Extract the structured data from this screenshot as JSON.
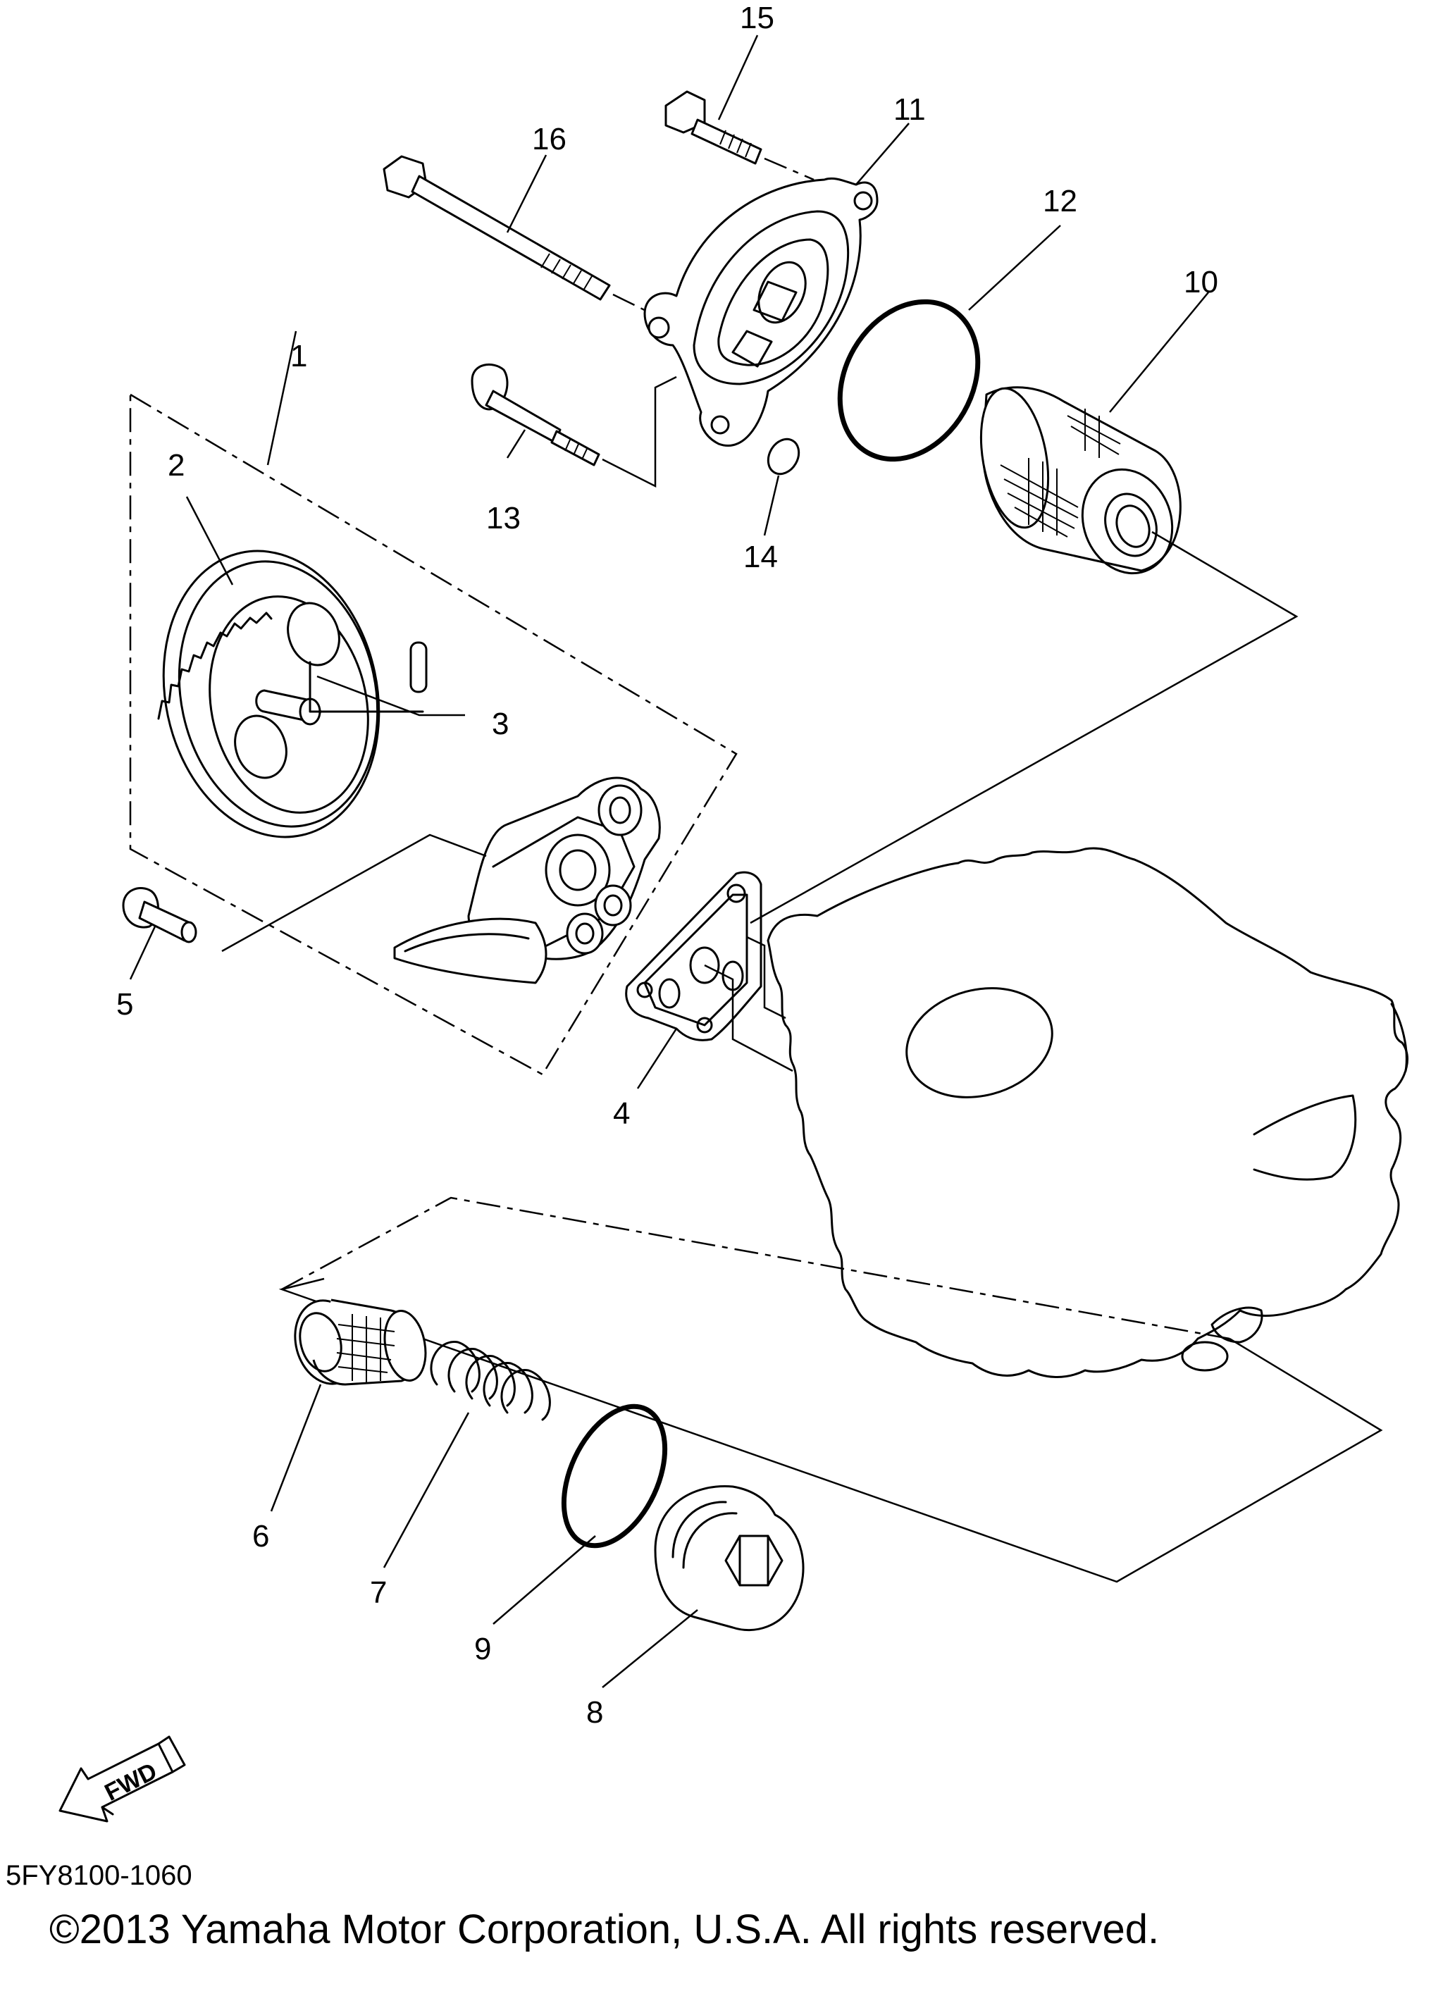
{
  "diagram": {
    "callouts": {
      "c1": "1",
      "c2": "2",
      "c3": "3",
      "c4": "4",
      "c5": "5",
      "c6": "6",
      "c7": "7",
      "c8": "8",
      "c9": "9",
      "c10": "10",
      "c11": "11",
      "c12": "12",
      "c13": "13",
      "c14": "14",
      "c15": "15",
      "c16": "16"
    },
    "fwd_label": "FWD",
    "part_code": "5FY8100-1060",
    "copyright": "©2013 Yamaha Motor Corporation, U.S.A. All rights reserved."
  }
}
